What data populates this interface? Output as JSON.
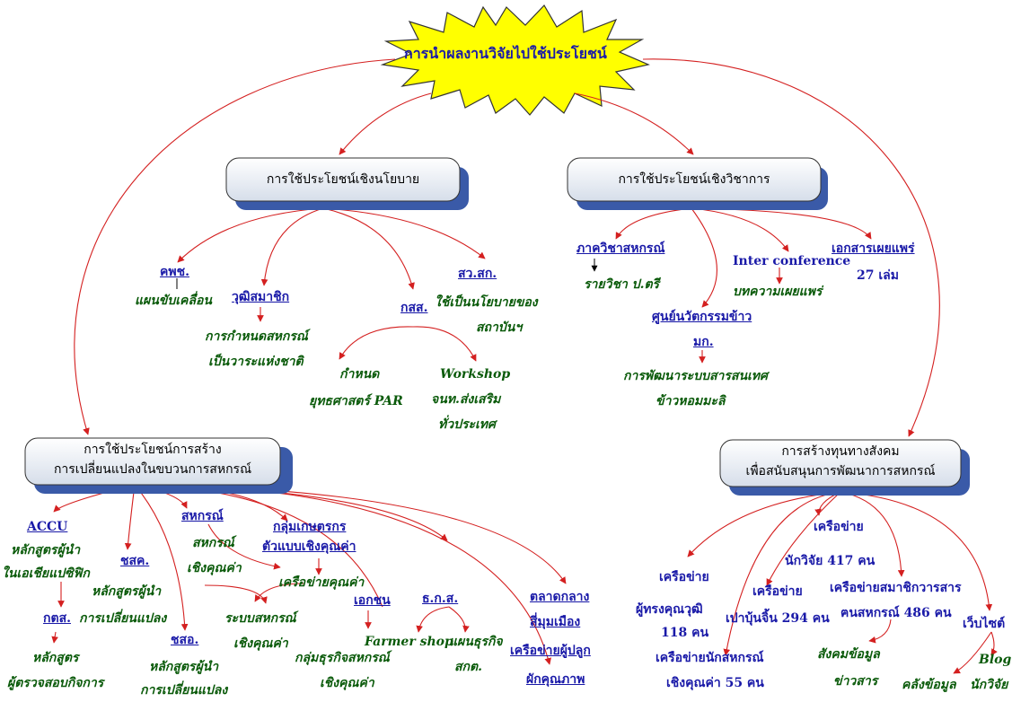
{
  "title": "การนำผลงานวิจัยไปใช้ประโยชน์",
  "boxes": {
    "policy": "การใช้ประโยชน์เชิงนโยบาย",
    "academic": "การใช้ประโยชน์เชิงวิชาการ",
    "change_line1": "การใช้ประโยชน์การสร้าง",
    "change_line2": "การเปลี่ยนแปลงในขบวนการสหกรณ์",
    "social_line1": "การสร้างทุนทางสังคม",
    "social_line2": "เพื่อสนับสนุนการพัฒนาการสหกรณ์"
  },
  "policy": {
    "kpch": "คพช.",
    "kpch_desc": "แผนขับเคลื่อน",
    "wutti": "วุฒิสมาชิก",
    "wutti_desc1": "การกำหนดสหกรณ์",
    "wutti_desc2": "เป็นวาระแห่งชาติ",
    "ksot": "กสส.",
    "ksot_a1": "กำหนด",
    "ksot_a2": "ยุทธศาสตร์ PAR",
    "ksot_b1": "Workshop",
    "ksot_b2": "จนท.ส่งเสริม",
    "ksot_b3": "ทั่วประเทศ",
    "swsk": "สว.สก.",
    "swsk_desc1": "ใช้เป็นนโยบายของ",
    "swsk_desc2": "สถาบันฯ"
  },
  "academic": {
    "dept": "ภาควิชาสหกรณ์",
    "dept_desc": "รายวิชา ป.ตรี",
    "conf": "Inter conference",
    "conf_desc": "บทความเผยแพร่",
    "docs": "เอกสารเผยแพร่",
    "docs_desc": "27 เล่ม",
    "rice": "ศูนย์นวัตกรรมข้าว",
    "mk": "มก.",
    "rice_desc1": "การพัฒนาระบบสารสนเทศ",
    "rice_desc2": "ข้าวหอมมะลิ"
  },
  "change": {
    "accu": "ACCU",
    "accu_desc1": "หลักสูตรผู้นำ",
    "accu_desc2": "ในเอเชียแปซิฟิก",
    "ktt": "กตส.",
    "ktt_desc1": "หลักสูตร",
    "ktt_desc2": "ผู้ตรวจสอบกิจการ",
    "chsk": "ชสค.",
    "chsk_desc1": "หลักสูตรผู้นำ",
    "chsk_desc2": "การเปลี่ยนแปลง",
    "chso": "ชสอ.",
    "chso_desc1": "หลักสูตรผู้นำ",
    "chso_desc2": "การเปลี่ยนแปลง",
    "coop": "สหกรณ์",
    "coop_desc1": "สหกรณ์",
    "coop_desc2": "เชิงคุณค่า",
    "farmer": "กลุ่มเกษตรกร",
    "farmer2": "ตัวแบบเชิงคุณค่า",
    "network": "เครือข่ายคุณค่า",
    "system1": "ระบบสหกรณ์",
    "system2": "เชิงคุณค่า",
    "private": "เอกชน",
    "private_desc1": "กลุ่มธุรกิจสหกรณ์",
    "private_desc2": "เชิงคุณค่า",
    "baac": "ธ.ก.ส.",
    "farmer_shop": "Farmer shop",
    "biz1": "แผนธุรกิจ",
    "biz2": "สกต.",
    "market1": "ตลาดกลาง",
    "market2": "สี่มุมเมือง",
    "veg1": "เครือข่ายผู้ปลูก",
    "veg2": "ผักคุณภาพ"
  },
  "social": {
    "n1a": "เครือข่าย",
    "n1b": "ผู้ทรงคุณวุฒิ",
    "n1c": "118 คน",
    "n2a": "เครือข่ายนักสหกรณ์",
    "n2b": "เชิงคุณค่า 55 คน",
    "n3a": "เครือข่าย",
    "n3b": "เปาบุ้นจิ้น 294 คน",
    "n4a": "เครือข่าย",
    "n4b": "นักวิจัย 417 คน",
    "n5a": "เครือข่ายสมาชิกวารสาร",
    "n5b": "ฅนสหกรณ์ 486 คน",
    "n5c": "สังคมข้อมูล",
    "n5d": "ข่าวสาร",
    "web": "เว็บไซต์",
    "blog": "Blog",
    "store": "คลังข้อมูล",
    "researcher": "นักวิจัย"
  }
}
